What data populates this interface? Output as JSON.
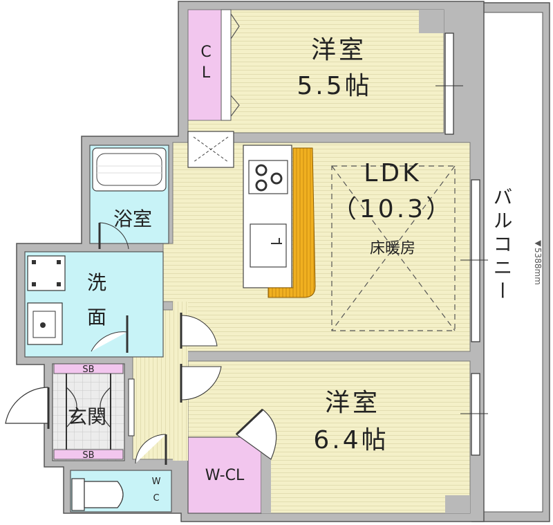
{
  "rooms": {
    "western_room_1": {
      "name": "洋室",
      "size": "5.5帖"
    },
    "ldk": {
      "name": "LDK",
      "size": "（10.3）",
      "floor_heating": "床暖房"
    },
    "western_room_2": {
      "name": "洋室",
      "size": "6.4帖"
    },
    "bathroom": {
      "name": "浴室"
    },
    "washroom": {
      "name_top": "洗",
      "name_bottom": "面"
    },
    "entrance": {
      "name": "玄関"
    },
    "toilet": {
      "name_top": "W",
      "name_bottom": "C"
    },
    "walk_in_closet": {
      "name": "W-CL"
    },
    "closet": {
      "name_top": "C",
      "name_bottom": "L"
    },
    "shoe_box_top": {
      "name": "SB"
    },
    "shoe_box_bottom": {
      "name": "SB"
    },
    "balcony": {
      "name": "バルコニー",
      "dimension": "◀5388mm"
    }
  },
  "colors": {
    "room_floor": "#f4f0c8",
    "wet_area": "#c8f3f7",
    "closet": "#f2c6ee",
    "wall": "#b9b9b9",
    "kitchen_counter": "#f0b020",
    "balcony": "#ffffff"
  }
}
